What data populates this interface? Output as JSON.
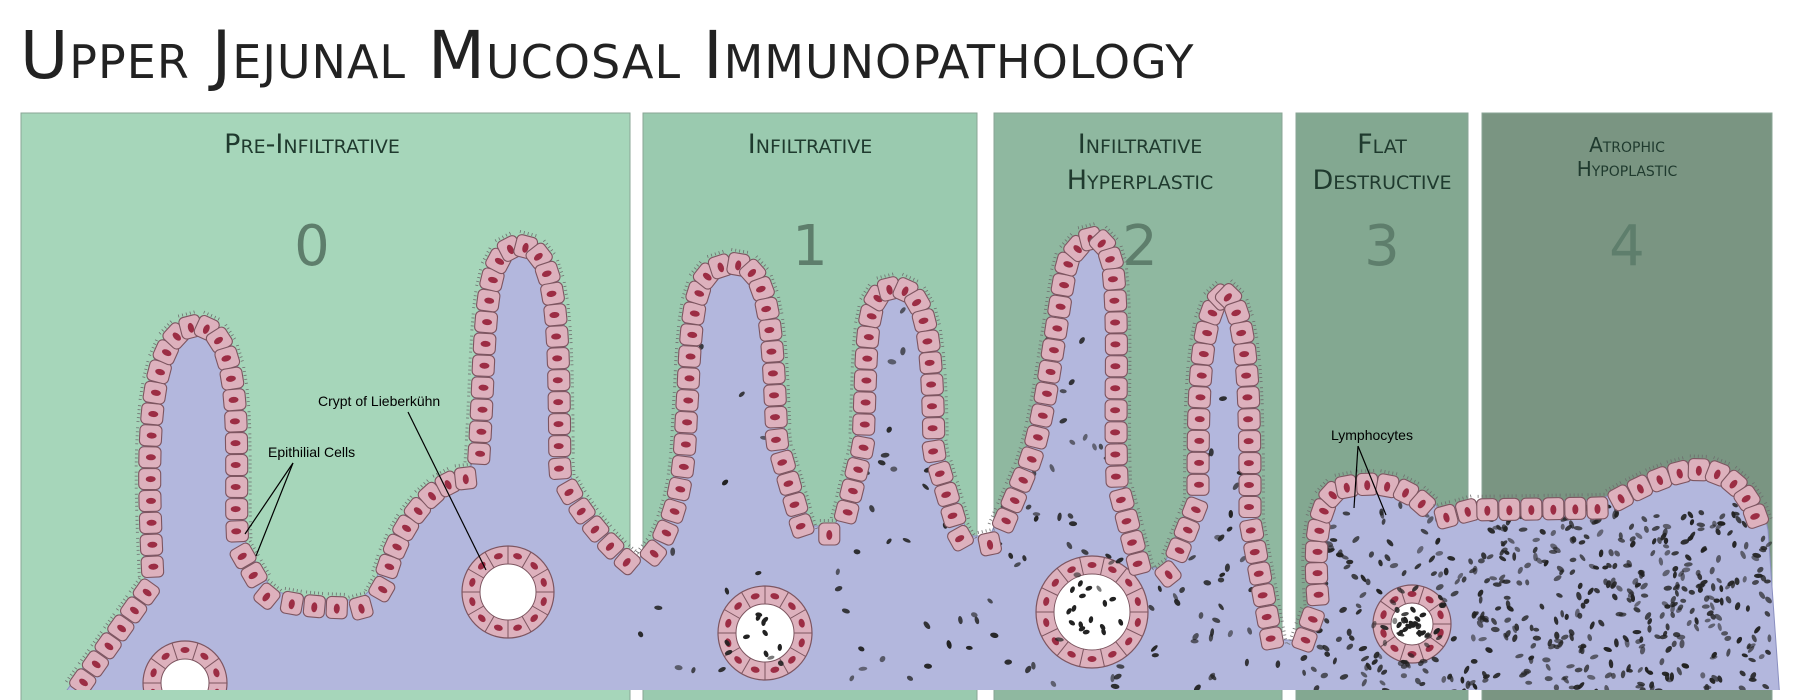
{
  "title": "Upper Jejunal Mucosal Immunopathology",
  "stages": [
    {
      "title_lines": [
        "Pre-Infiltrative"
      ],
      "number": "0",
      "color": "#a6d6ba",
      "title_size": 27
    },
    {
      "title_lines": [
        "Infiltrative"
      ],
      "number": "1",
      "color": "#9acaaf",
      "title_size": 27
    },
    {
      "title_lines": [
        "Infiltrative",
        "Hyperplastic"
      ],
      "number": "2",
      "color": "#8fb8a0",
      "title_size": 27
    },
    {
      "title_lines": [
        "Flat",
        "Destructive"
      ],
      "number": "3",
      "color": "#83a891",
      "title_size": 27
    },
    {
      "title_lines": [
        "Atrophic",
        "Hypoplastic"
      ],
      "number": "4",
      "color": "#7a9582",
      "title_size": 20
    }
  ],
  "annotations": {
    "crypt": "Crypt of Lieberkühn",
    "epithelial": "Epithilial Cells",
    "lymphocytes": "Lymphocytes"
  },
  "colors": {
    "lamina": "#b3b7dd",
    "cell_fill": "#ddb1bd",
    "cell_stroke": "#7d5560",
    "nucleus": "#9c2d44",
    "lymphocyte": "#222222",
    "lumen": "#ffffff"
  }
}
